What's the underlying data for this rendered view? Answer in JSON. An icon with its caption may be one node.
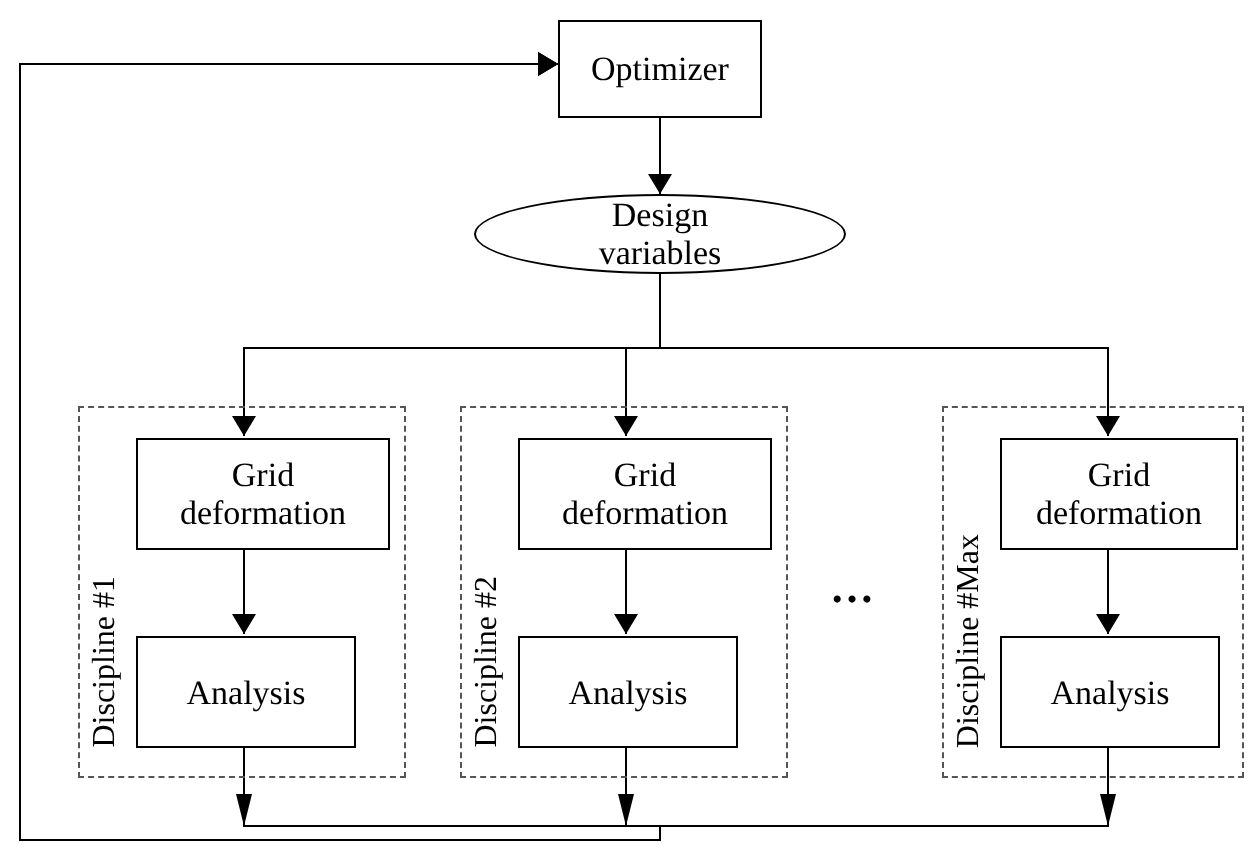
{
  "diagram": {
    "nodes": [
      {
        "text": [
          "Optimizer"
        ]
      },
      {
        "text": [
          "Design variables"
        ]
      },
      {
        "text": [
          "Discipline #1"
        ]
      },
      {
        "text": [
          "Grid deformation"
        ],
        "in": 2
      },
      {
        "text": [
          "Analysis"
        ],
        "in": 2
      },
      {
        "text": [
          "Discipline #2"
        ]
      },
      {
        "text": [
          "Grid deformation"
        ],
        "in": 5
      },
      {
        "text": [
          "Analysis"
        ],
        "in": 5
      },
      {
        "text": [
          "Discipline #Max"
        ]
      },
      {
        "text": [
          "Grid deformation"
        ],
        "in": 8
      },
      {
        "text": [
          "Analysis"
        ],
        "in": 8
      }
    ],
    "edges": [
      {
        "from": 0,
        "to": 1,
        "arrow": "to"
      },
      {
        "from": 1,
        "to": 3,
        "arrow": "to"
      },
      {
        "from": 1,
        "to": 6,
        "arrow": "to"
      },
      {
        "from": 1,
        "to": 9,
        "arrow": "to"
      },
      {
        "from": 3,
        "to": 4,
        "arrow": "to"
      },
      {
        "from": 6,
        "to": 7,
        "arrow": "to"
      },
      {
        "from": 9,
        "to": 10,
        "arrow": "to"
      },
      {
        "from": 4,
        "to": 0,
        "arrow": "to"
      },
      {
        "from": 7,
        "to": 0,
        "arrow": "to"
      },
      {
        "from": 10,
        "to": 0,
        "arrow": "to"
      }
    ],
    "labels": [
      "…"
    ]
  }
}
